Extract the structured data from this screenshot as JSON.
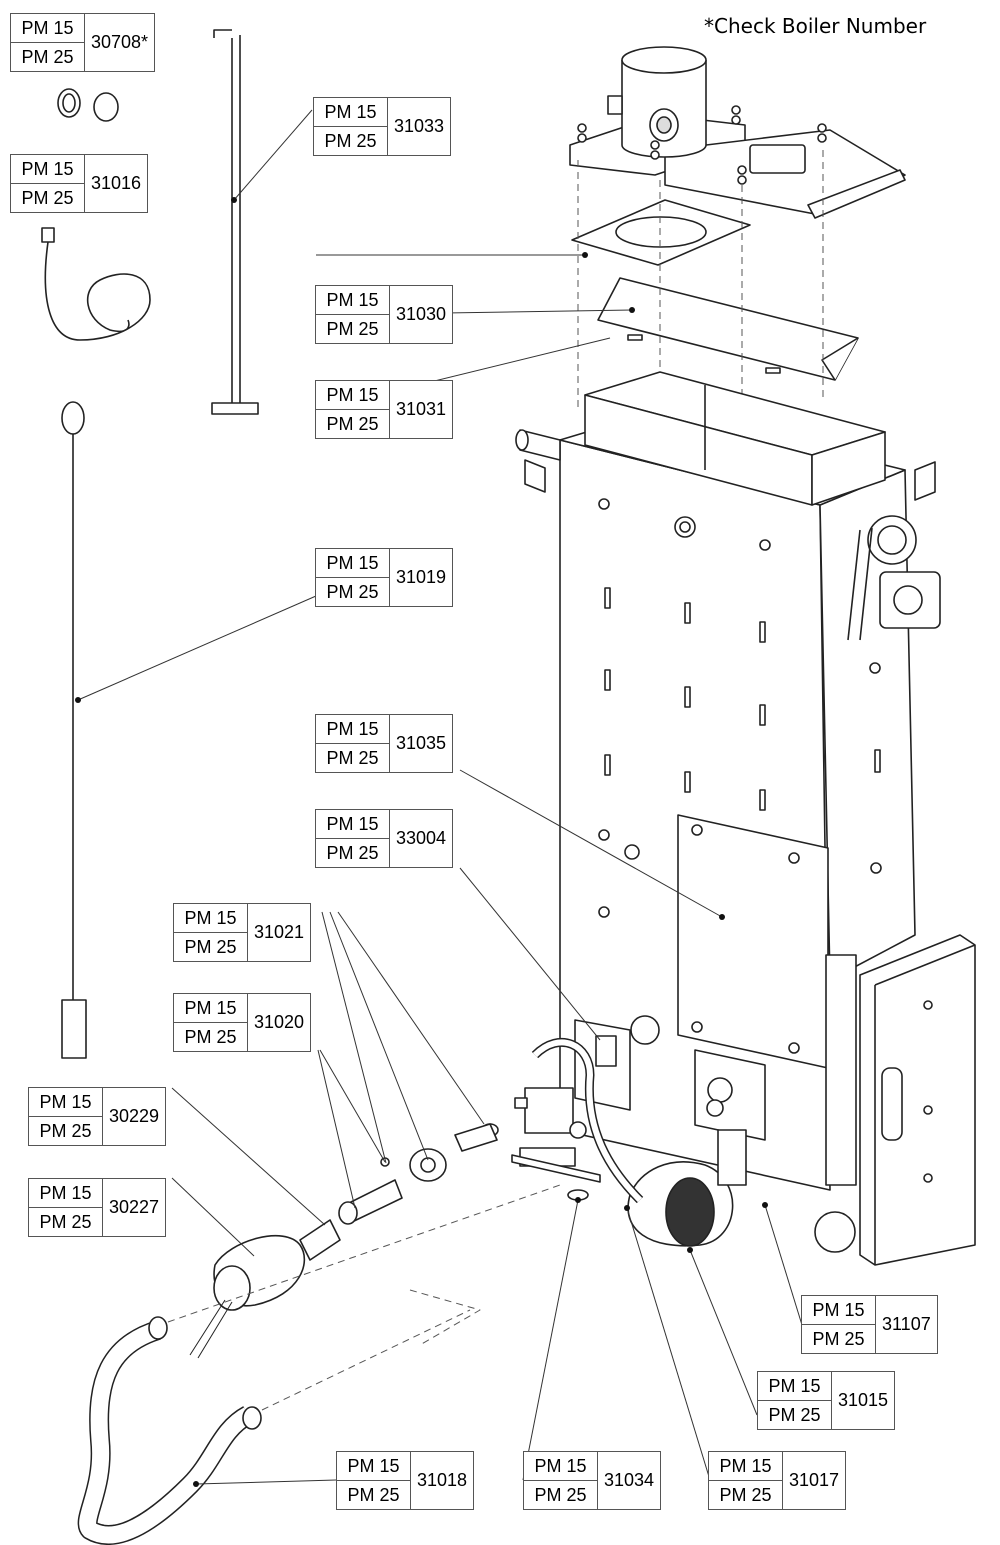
{
  "note": "*Check Boiler Number",
  "models": [
    "PM 15",
    "PM 25"
  ],
  "parts": [
    {
      "id": "30708",
      "text": "30708*"
    },
    {
      "id": "31033",
      "text": "31033"
    },
    {
      "id": "31016",
      "text": "31016"
    },
    {
      "id": "31030",
      "text": "31030"
    },
    {
      "id": "31031",
      "text": "31031"
    },
    {
      "id": "31019",
      "text": "31019"
    },
    {
      "id": "31035",
      "text": "31035"
    },
    {
      "id": "33004",
      "text": "33004"
    },
    {
      "id": "31021",
      "text": "31021"
    },
    {
      "id": "31020",
      "text": "31020"
    },
    {
      "id": "30229",
      "text": "30229"
    },
    {
      "id": "30227",
      "text": "30227"
    },
    {
      "id": "31107",
      "text": "31107"
    },
    {
      "id": "31015",
      "text": "31015"
    },
    {
      "id": "31018",
      "text": "31018"
    },
    {
      "id": "31034",
      "text": "31034"
    },
    {
      "id": "31017",
      "text": "31017"
    }
  ]
}
